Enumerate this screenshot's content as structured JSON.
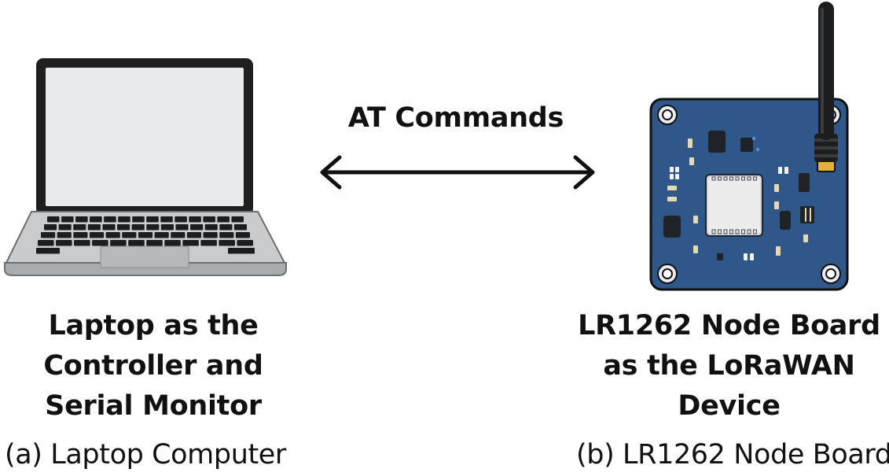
{
  "connector": {
    "label": "AT Commands"
  },
  "laptop": {
    "caption_lines": [
      "Laptop as the",
      "Controller and",
      "Serial Monitor"
    ],
    "subcaption": "(a) Laptop Computer"
  },
  "board": {
    "caption_lines": [
      "LR1262 Node Board",
      "as the LoRaWAN",
      "Device"
    ],
    "subcaption": "(b) LR1262 Node Board"
  },
  "colors": {
    "pcb_blue": "#2f5789",
    "laptop_silver": "#c9cbcd",
    "screen": "#e9eaeb",
    "outline": "#111111"
  }
}
